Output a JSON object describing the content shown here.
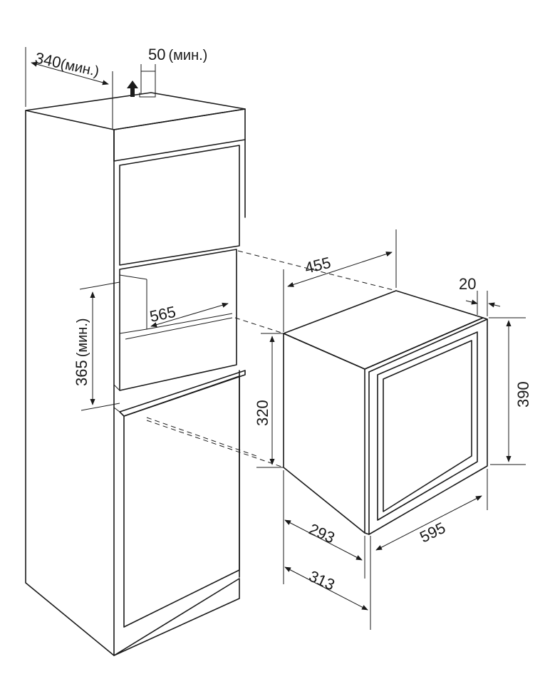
{
  "dimensions": {
    "cabinet_depth": "340",
    "cabinet_depth_note": "(мин.)",
    "vent_gap": "50",
    "vent_gap_note": "(мин.)",
    "niche_width": "565",
    "niche_height": "365",
    "niche_height_note": "(мин.)",
    "appliance_depth_top": "455",
    "door_thickness": "20",
    "body_height": "320",
    "front_height": "390",
    "depth_body": "293",
    "depth_total": "313",
    "front_width": "595"
  },
  "colors": {
    "stroke": "#1a1a1a",
    "background": "#ffffff"
  },
  "icons": {
    "airflow": "up-arrow-icon"
  }
}
